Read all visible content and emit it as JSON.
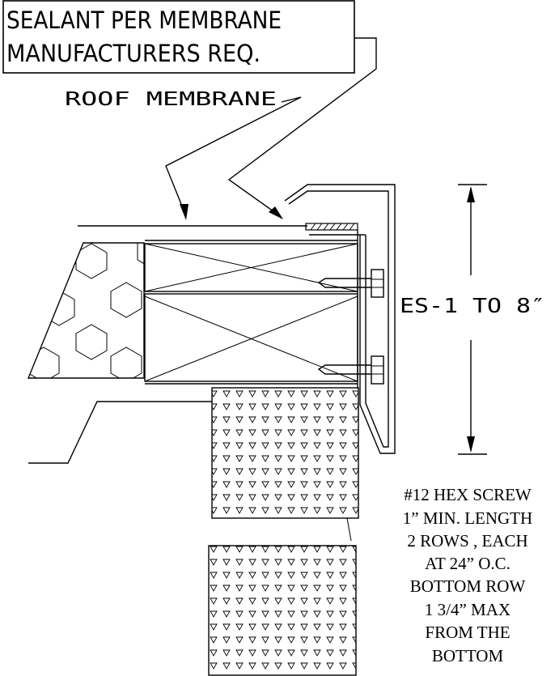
{
  "callouts": {
    "sealant_line1": "SEALANT PER MEMBRANE",
    "sealant_line2": "MANUFACTURERS REQ.",
    "roof_membrane": "ROOF MEMBRANE",
    "dimension": "ES-1 TO 8″",
    "screw_note": [
      "#12 HEX SCREW",
      "1” MIN. LENGTH",
      "2 ROWS , EACH",
      "AT 24” O.C.",
      "BOTTOM ROW",
      "1 3/4” MAX",
      "FROM THE",
      "BOTTOM"
    ]
  },
  "colors": {
    "ink": "#000000",
    "background": "#ffffff"
  }
}
